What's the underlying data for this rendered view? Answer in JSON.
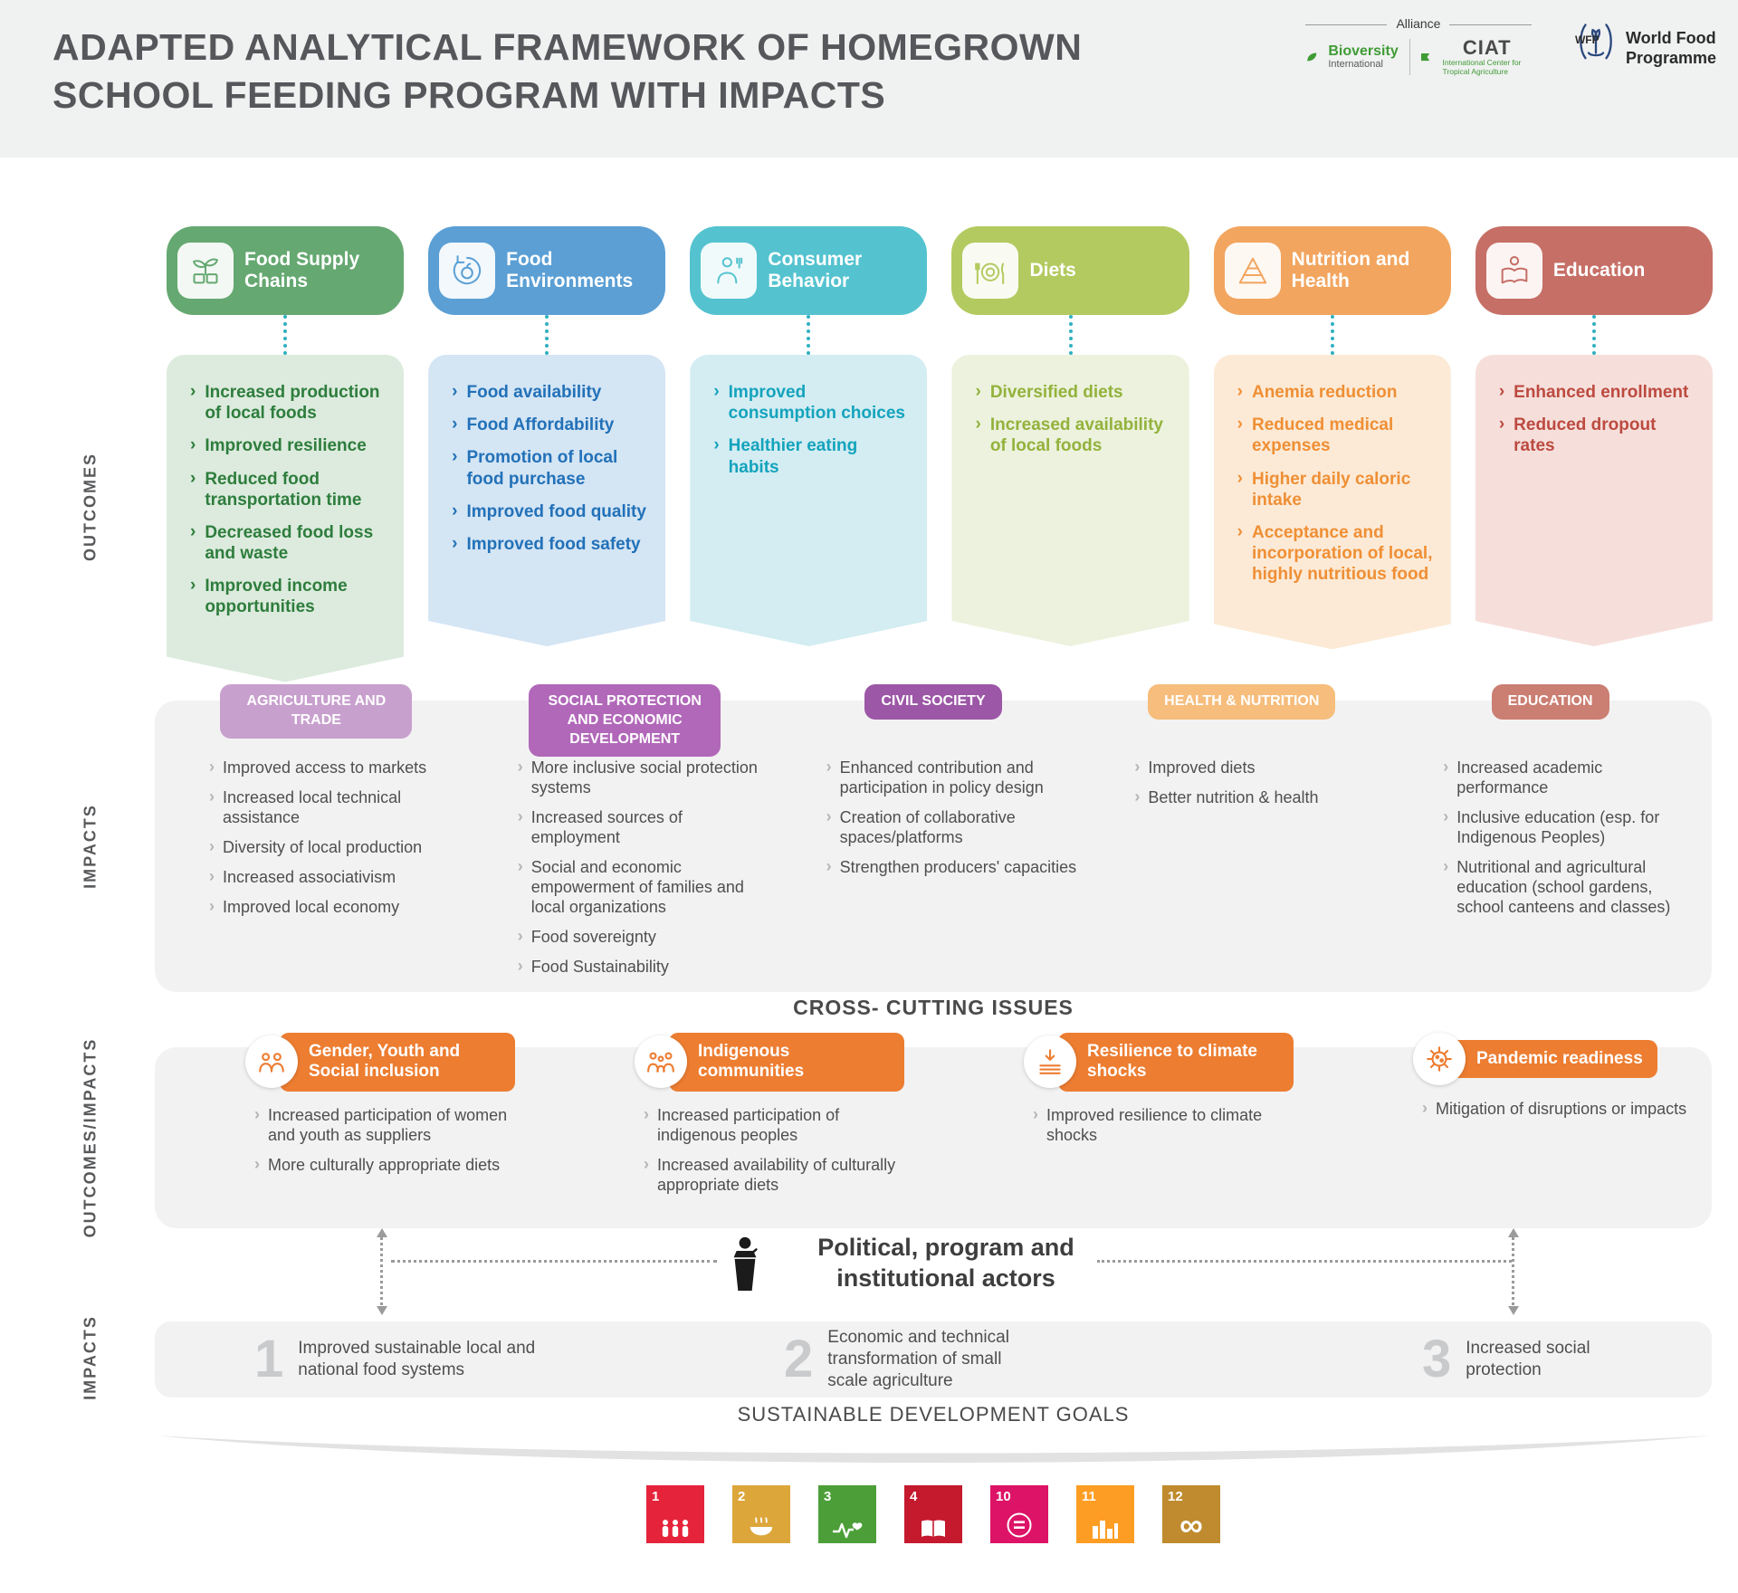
{
  "header": {
    "title_line1": "ADAPTED ANALYTICAL FRAMEWORK OF HOMEGROWN",
    "title_line2": "SCHOOL FEEDING PROGRAM WITH IMPACTS",
    "alliance": {
      "label": "Alliance",
      "bioversity_name": "Bioversity",
      "bioversity_sub": "International",
      "ciat_name": "CIAT",
      "ciat_sub": "International Center for Tropical Agriculture"
    },
    "wfp": {
      "abbr": "WFP",
      "name_line1": "World Food",
      "name_line2": "Programme"
    }
  },
  "side_labels": {
    "outcomes": "OUTCOMES",
    "impacts": "IMPACTS",
    "outcomes_impacts": "OUTCOMES/IMPACTS",
    "impacts_final": "IMPACTS"
  },
  "colors": {
    "connector": "#2fb0c0",
    "accent_orange": "#ed7d31"
  },
  "outcomes": {
    "columns": [
      {
        "label": "Food Supply Chains",
        "icon": "sprout-boxes",
        "pill_color": "#65a871",
        "box_color": "#dcebdd",
        "text_color": "#2e7d3d",
        "items": [
          "Increased production of local foods",
          "Improved resilience",
          "Reduced food transportation time",
          "Decreased food loss and waste",
          "Improved income opportunities"
        ]
      },
      {
        "label": "Food Environments",
        "icon": "apple-cycle",
        "pill_color": "#5b9fd4",
        "box_color": "#d4e5f4",
        "text_color": "#2271b8",
        "items": [
          "Food availability",
          "Food Affordability",
          "Promotion of local food purchase",
          "Improved food quality",
          "Improved food safety"
        ]
      },
      {
        "label": "Consumer Behavior",
        "icon": "eating-person",
        "pill_color": "#54c3cf",
        "box_color": "#d3edf2",
        "text_color": "#14a3bd",
        "items": [
          "Improved consumption choices",
          "Healthier eating habits"
        ]
      },
      {
        "label": "Diets",
        "icon": "plate-utensils",
        "pill_color": "#b3ca60",
        "box_color": "#ecf2dd",
        "text_color": "#93b23c",
        "items": [
          "Diversified diets",
          "Increased availability of local foods"
        ]
      },
      {
        "label": "Nutrition and Health",
        "icon": "food-pyramid",
        "pill_color": "#f2a55f",
        "box_color": "#fcead6",
        "text_color": "#ef8f35",
        "items": [
          "Anemia reduction",
          "Reduced medical expenses",
          "Higher daily caloric intake",
          "Acceptance and incorporation of local, highly nutritious food"
        ]
      },
      {
        "label": "Education",
        "icon": "reading-person",
        "pill_color": "#c66f66",
        "box_color": "#f6dfdb",
        "text_color": "#bc4a40",
        "items": [
          "Enhanced enrollment",
          "Reduced dropout rates"
        ]
      }
    ]
  },
  "impacts": {
    "groups": [
      {
        "label": "AGRICULTURE AND TRADE",
        "color": "#c8a0ce",
        "items": [
          "Improved access to markets",
          "Increased local technical assistance",
          "Diversity of local production",
          "Increased associativism",
          "Improved local economy"
        ]
      },
      {
        "label": "SOCIAL PROTECTION AND ECONOMIC DEVELOPMENT",
        "color": "#b168b9",
        "items": [
          "More inclusive social protection systems",
          "Increased sources of employment",
          "Social and economic empowerment of families and local organizations",
          "Food sovereignty",
          "Food Sustainability"
        ]
      },
      {
        "label": "CIVIL SOCIETY",
        "color": "#9c57a6",
        "items": [
          "Enhanced contribution and participation in policy design",
          "Creation of collaborative spaces/platforms",
          "Strengthen producers' capacities"
        ]
      },
      {
        "label": "HEALTH & NUTRITION",
        "color": "#f6bd7c",
        "items": [
          "Improved diets",
          "Better nutrition & health"
        ]
      },
      {
        "label": "EDUCATION",
        "color": "#cb7e72",
        "items": [
          "Increased academic performance",
          "Inclusive education (esp. for Indigenous Peoples)",
          "Nutritional and agricultural education (school gardens, school canteens and classes)"
        ]
      }
    ]
  },
  "cross_cutting": {
    "title": "CROSS- CUTTING ISSUES",
    "groups": [
      {
        "label": "Gender, Youth and Social inclusion",
        "icon": "people-group",
        "items": [
          "Increased participation of women and youth as suppliers",
          "More culturally appropriate diets"
        ]
      },
      {
        "label": "Indigenous communities",
        "icon": "indigenous-family",
        "items": [
          "Increased participation of indigenous peoples",
          "Increased availability of culturally appropriate diets"
        ]
      },
      {
        "label": "Resilience to climate shocks",
        "icon": "arrow-into-layers",
        "items": [
          "Improved resilience to climate shocks"
        ]
      },
      {
        "label": "Pandemic readiness",
        "icon": "virus",
        "items": [
          "Mitigation of disruptions or impacts"
        ]
      }
    ]
  },
  "political": {
    "label": "Political, program and institutional actors",
    "icon": "speaker-podium"
  },
  "final_impacts": {
    "items": [
      {
        "number": "1",
        "text": "Improved sustainable local and national food systems"
      },
      {
        "number": "2",
        "text": "Economic and technical transformation of small scale agriculture"
      },
      {
        "number": "3",
        "text": "Increased social protection"
      }
    ]
  },
  "sdg": {
    "title": "SUSTAINABLE DEVELOPMENT GOALS",
    "goals": [
      {
        "number": "1",
        "color": "#e5243b",
        "icon": "people"
      },
      {
        "number": "2",
        "color": "#dda63a",
        "icon": "bowl"
      },
      {
        "number": "3",
        "color": "#4c9f38",
        "icon": "heartbeat"
      },
      {
        "number": "4",
        "color": "#c5192d",
        "icon": "book"
      },
      {
        "number": "10",
        "color": "#dd1367",
        "icon": "equality"
      },
      {
        "number": "11",
        "color": "#fd9d24",
        "icon": "buildings"
      },
      {
        "number": "12",
        "color": "#bf8b2e",
        "icon": "infinity"
      }
    ]
  }
}
